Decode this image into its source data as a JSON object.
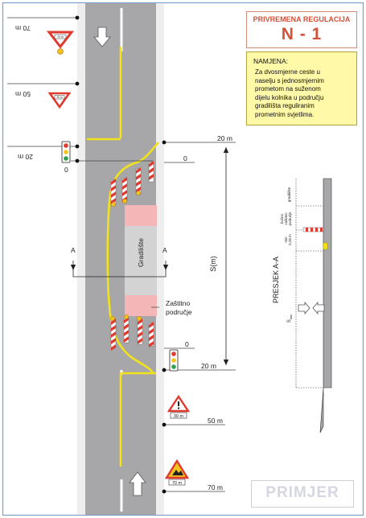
{
  "title": {
    "line1": "PRIVREMENA REGULACIJA",
    "line2": "N - 1"
  },
  "purpose": {
    "heading": "NAMJENA:",
    "lines": [
      "Za dvosmjerne ceste u",
      "naselju s jednosmjernim",
      "prometom na suženom",
      "dijelu kolnika u području",
      "gradilišta reguliranim",
      "prometnim svjetlima."
    ]
  },
  "example_label": "PRIMJER",
  "left_distances": {
    "top": "70 m",
    "middle": "50 m",
    "light": "20 m",
    "zero": "0"
  },
  "right_distances": {
    "top20": "20 m",
    "top0": "0",
    "bottom0": "0",
    "bottom20": "20 m",
    "m50": "50 m",
    "m70": "70 m"
  },
  "section_marker": "A",
  "s_label": "S(m)",
  "worksite_label": "Gradilište",
  "protection_label": [
    "Zaštitno",
    "područje"
  ],
  "sign_plates": {
    "p30": "30 m",
    "p70": "70 m"
  },
  "section": {
    "title": "PRESJEK A-A",
    "gradiliste": "gradilište",
    "bocno": [
      "bočno",
      "zaštitno",
      "područje"
    ],
    "min": [
      "min",
      "0,25 m"
    ],
    "smin": "S",
    "smin_sub": "min"
  },
  "colors": {
    "road": "#a7a7a9",
    "yellow": "#f2e21c",
    "red": "#e03a2e",
    "pink": "#f4b6b6",
    "site": "#d3d3d3"
  }
}
